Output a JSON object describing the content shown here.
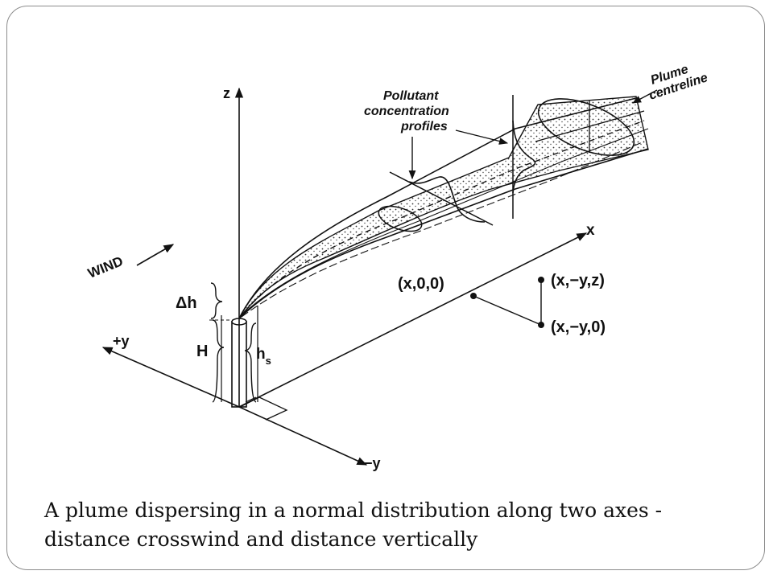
{
  "diagram": {
    "labels": {
      "z_axis": "z",
      "x_axis": "x",
      "plus_y": "+y",
      "minus_y": "−y",
      "wind": "WIND",
      "delta_h": "Δh",
      "H": "H",
      "h": "h",
      "s": "s",
      "origin_point": "(x,0,0)",
      "point_xyz": "(x,−y,z)",
      "point_xy0": "(x,−y,0)",
      "profiles_line1": "Pollutant",
      "profiles_line2": "concentration",
      "profiles_line3": "profiles",
      "centreline_line1": "Plume",
      "centreline_line2": "centreline"
    }
  },
  "caption": {
    "line1": "A plume dispersing in a normal distribution along two axes -",
    "line2": "distance crosswind and distance vertically"
  }
}
